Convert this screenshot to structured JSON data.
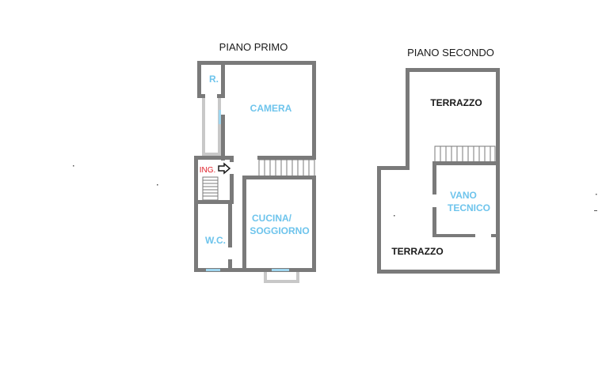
{
  "floors": {
    "first": {
      "title": "PIANO PRIMO",
      "rooms": {
        "closet": "R.",
        "bedroom": "CAMERA",
        "entrance": "ING.",
        "wc": "W.C.",
        "kitchen_line1": "CUCINA/",
        "kitchen_line2": "SOGGIORNO"
      }
    },
    "second": {
      "title": "PIANO SECONDO",
      "rooms": {
        "terrace_top": "TERRAZZO",
        "tech_line1": "VANO",
        "tech_line2": "TECNICO",
        "terrace_bottom": "TERRAZZO"
      }
    }
  },
  "colors": {
    "wall": "#7a7a7a",
    "window": "#c8c8c8",
    "label_blue": "#6ec4ec",
    "label_dark": "#1a1a1a",
    "entry_red": "#e0202a"
  }
}
